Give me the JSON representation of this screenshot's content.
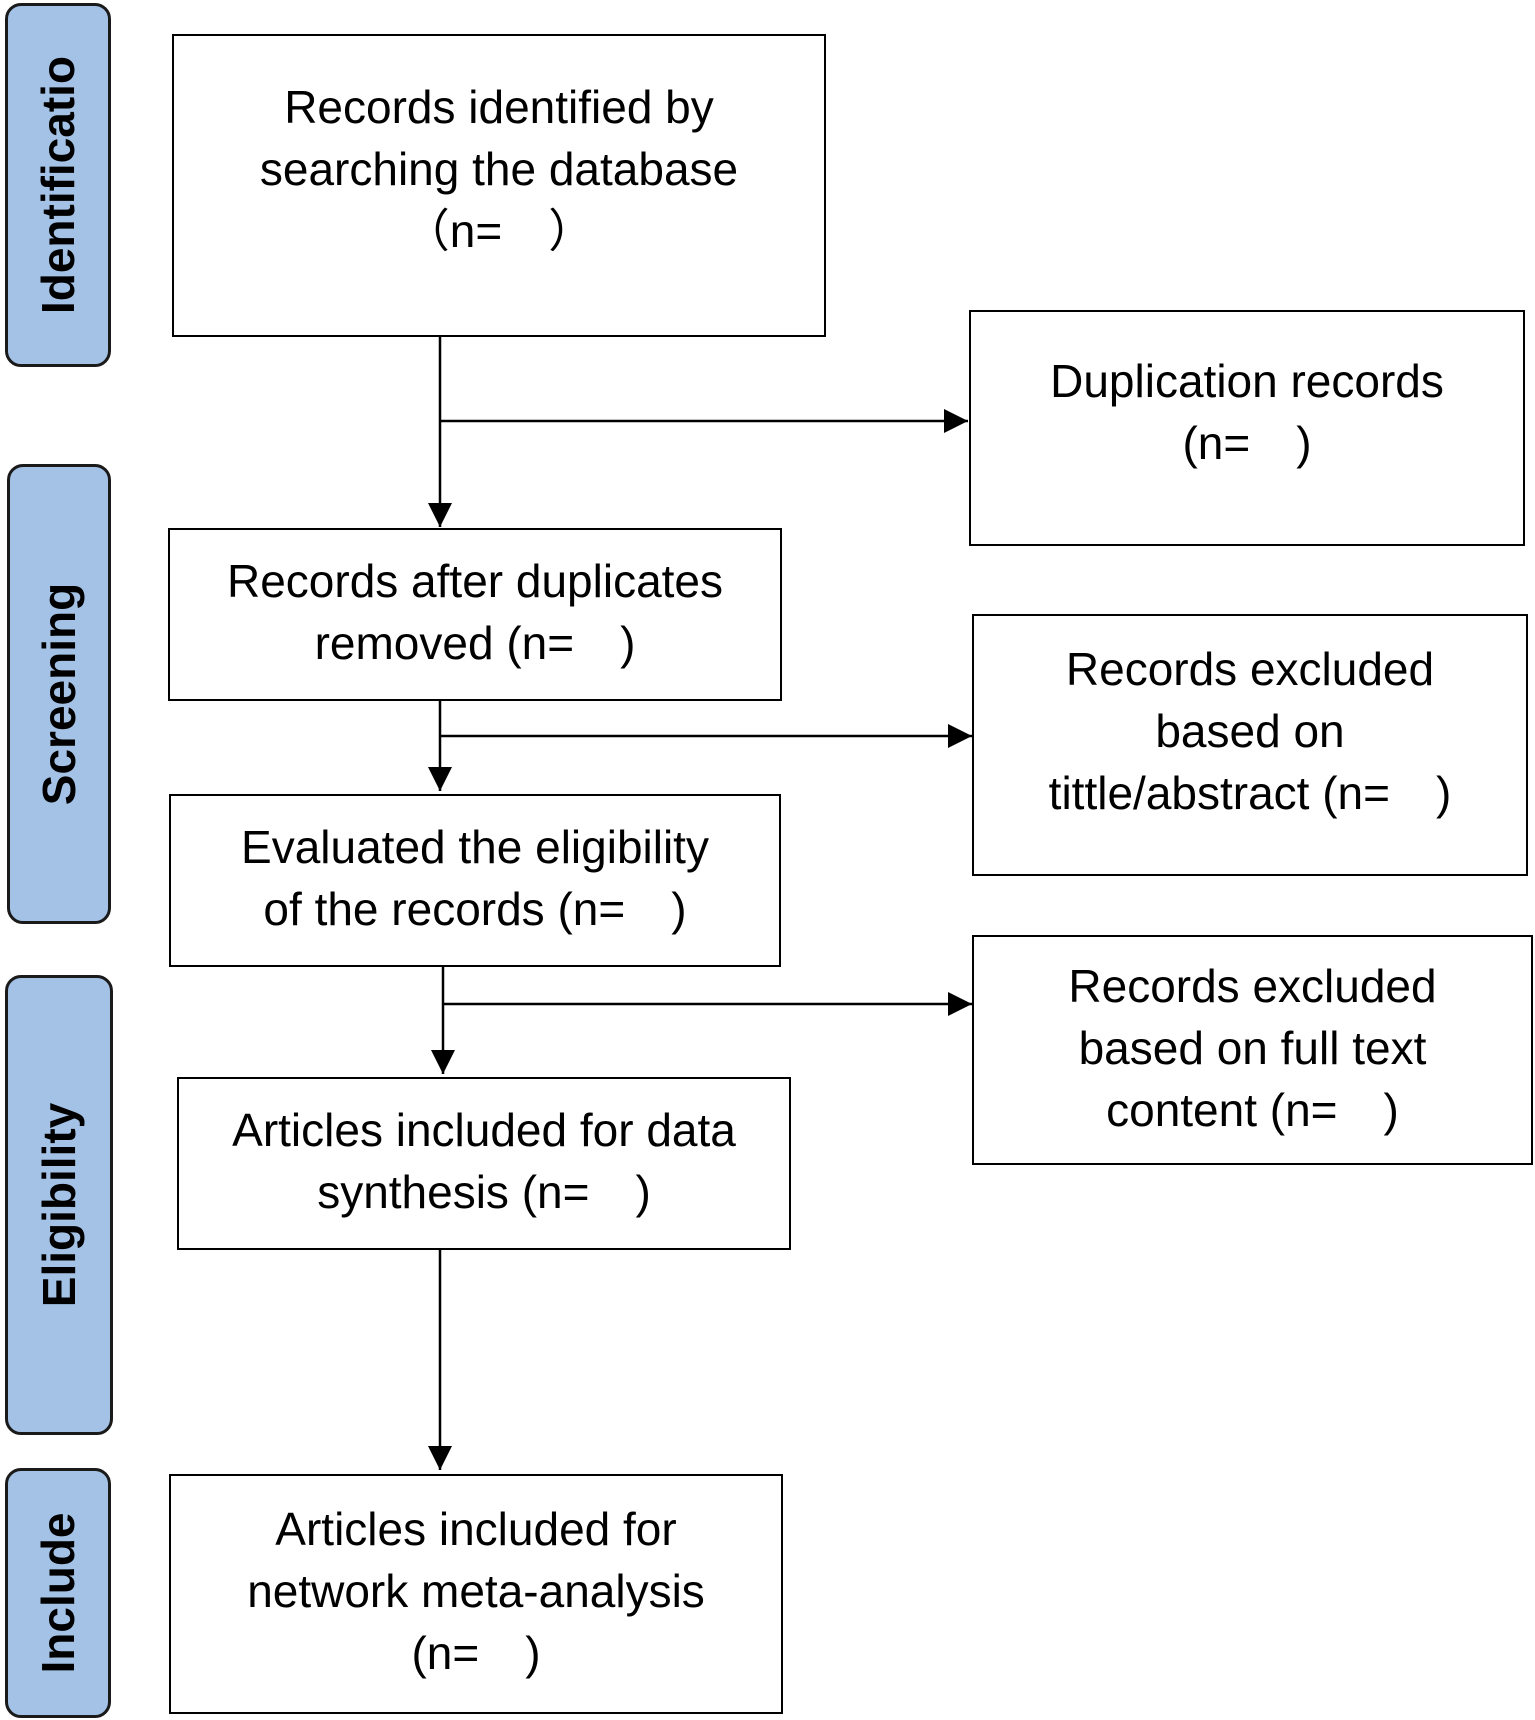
{
  "stages": {
    "identification": "Identificatio",
    "screening": "Screening",
    "eligibility": "Eligibility",
    "include": "Include"
  },
  "boxes": {
    "records_identified": "Records identified by\nsearching the database\n（n=　）",
    "duplication_records": "Duplication records\n(n=　)",
    "after_duplicates": "Records after duplicates\nremoved (n=　)",
    "excluded_title_abstract": "Records excluded\nbased on\ntittle/abstract (n=　)",
    "evaluated_eligibility": "Evaluated the eligibility\nof the records (n=　)",
    "excluded_full_text": "Records excluded\nbased on full text\ncontent (n=　)",
    "articles_data_synthesis": "Articles included for data\nsynthesis (n=　)",
    "articles_network_meta": "Articles included for\nnetwork meta-analysis\n(n=　)"
  },
  "colors": {
    "stage_fill": "#a4c2e6",
    "line": "#000000"
  }
}
